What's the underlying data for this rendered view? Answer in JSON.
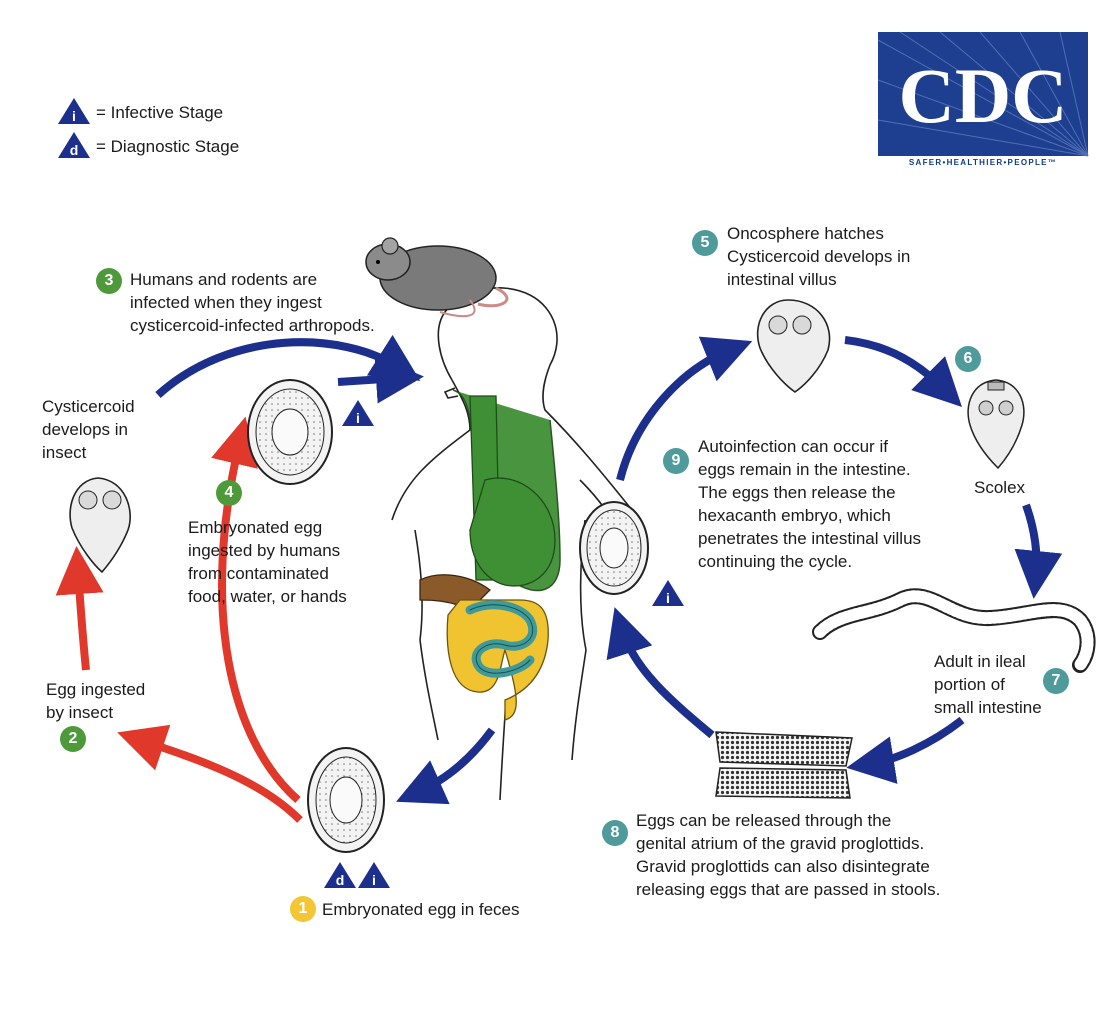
{
  "legend": {
    "infective_symbol": "i",
    "infective_label": "= Infective Stage",
    "diagnostic_symbol": "d",
    "diagnostic_label": "= Diagnostic Stage"
  },
  "logo": {
    "text": "CDC",
    "tagline": "SAFER•HEALTHIER•PEOPLE™"
  },
  "stages": [
    {
      "number": "1",
      "lines": [
        "Embryonated egg in feces"
      ]
    },
    {
      "number": "2",
      "lines": [
        "Egg ingested",
        "by insect"
      ]
    },
    {
      "number": "3",
      "lines": [
        "Humans and rodents are",
        "infected when they ingest",
        "cysticercoid-infected arthropods."
      ]
    },
    {
      "number": "4",
      "lines": [
        "Embryonated egg",
        "ingested by humans",
        "from contaminated",
        "food, water, or hands"
      ]
    },
    {
      "number": "5",
      "lines": [
        "Oncosphere hatches",
        "Cysticercoid develops in",
        "intestinal villus"
      ]
    },
    {
      "number": "6",
      "lines": [
        "Scolex"
      ]
    },
    {
      "number": "7",
      "lines": [
        "Adult in ileal",
        "portion of",
        "small intestine"
      ]
    },
    {
      "number": "8",
      "lines": [
        "Eggs can be released through the",
        "genital atrium of the gravid proglottids.",
        "Gravid proglottids can also disintegrate",
        "releasing eggs that are passed in stools."
      ]
    },
    {
      "number": "9",
      "lines": [
        "Autoinfection can occur if",
        "eggs remain in the intestine.",
        "The eggs then release the",
        "hexacanth embryo, which",
        "penetrates the intestinal villus",
        "continuing the cycle."
      ]
    }
  ],
  "cysticercoid_label": [
    "Cysticercoid",
    "develops in",
    "insect"
  ],
  "stage_markers": {
    "infective": "i",
    "diagnostic": "d"
  },
  "colors": {
    "navy": "#1c2f8c",
    "red": "#e0392b",
    "green_badge": "#4e9a3a",
    "teal_badge": "#4f9a9a",
    "yellow_badge": "#f2c634",
    "digestive_green": "#3f8f35",
    "colon_yellow": "#f0c430",
    "small_intestine_teal": "#3f9a9a",
    "liver_brown": "#8a5a2b"
  }
}
